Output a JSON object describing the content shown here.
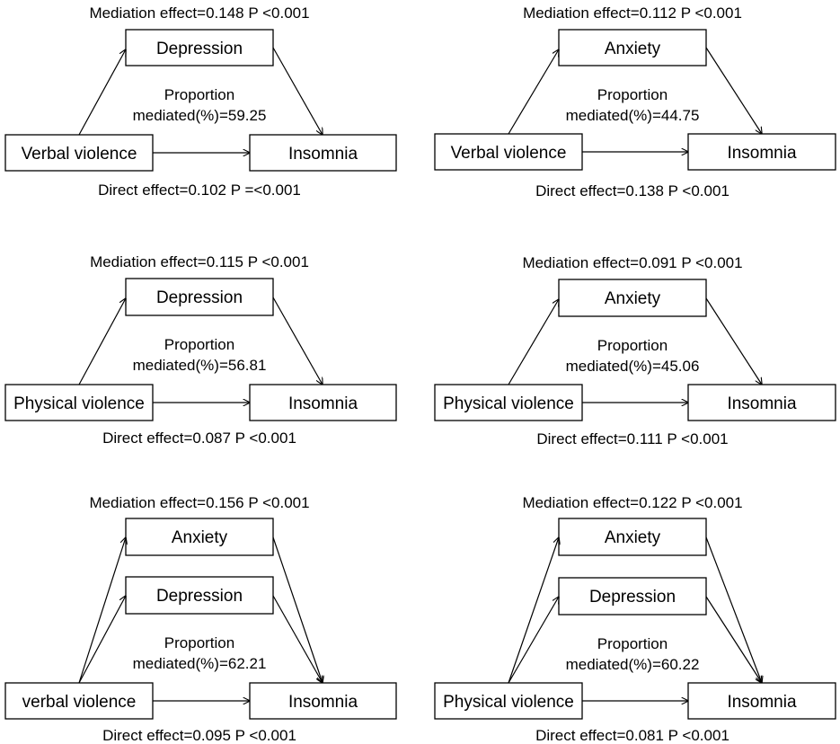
{
  "panels": [
    {
      "mediation_text": "Mediation effect=0.148 P <0.001",
      "mediators": [
        "Depression"
      ],
      "proportion_line1": "Proportion",
      "proportion_line2": "mediated(%)=59.25",
      "predictor": "Verbal violence",
      "outcome": "Insomnia",
      "direct_text": "Direct effect=0.102 P =<0.001"
    },
    {
      "mediation_text": "Mediation effect=0.112 P <0.001",
      "mediators": [
        "Anxiety"
      ],
      "proportion_line1": "Proportion",
      "proportion_line2": "mediated(%)=44.75",
      "predictor": "Verbal violence",
      "outcome": "Insomnia",
      "direct_text": "Direct effect=0.138 P <0.001"
    },
    {
      "mediation_text": "Mediation effect=0.115 P <0.001",
      "mediators": [
        "Depression"
      ],
      "proportion_line1": "Proportion",
      "proportion_line2": "mediated(%)=56.81",
      "predictor": "Physical violence",
      "outcome": "Insomnia",
      "direct_text": "Direct effect=0.087 P <0.001"
    },
    {
      "mediation_text": "Mediation effect=0.091 P <0.001",
      "mediators": [
        "Anxiety"
      ],
      "proportion_line1": "Proportion",
      "proportion_line2": "mediated(%)=45.06",
      "predictor": "Physical violence",
      "outcome": "Insomnia",
      "direct_text": "Direct effect=0.111 P  <0.001"
    },
    {
      "mediation_text": "Mediation effect=0.156 P <0.001",
      "mediators": [
        "Anxiety",
        "Depression"
      ],
      "proportion_line1": "Proportion",
      "proportion_line2": "mediated(%)=62.21",
      "predictor": "verbal violence",
      "outcome": "Insomnia",
      "direct_text": "Direct effect=0.095 P <0.001"
    },
    {
      "mediation_text": "Mediation effect=0.122 P <0.001",
      "mediators": [
        "Anxiety",
        "Depression"
      ],
      "proportion_line1": "Proportion",
      "proportion_line2": "mediated(%)=60.22",
      "predictor": "Physical violence",
      "outcome": "Insomnia",
      "direct_text": "Direct effect=0.081 P <0.001"
    }
  ]
}
